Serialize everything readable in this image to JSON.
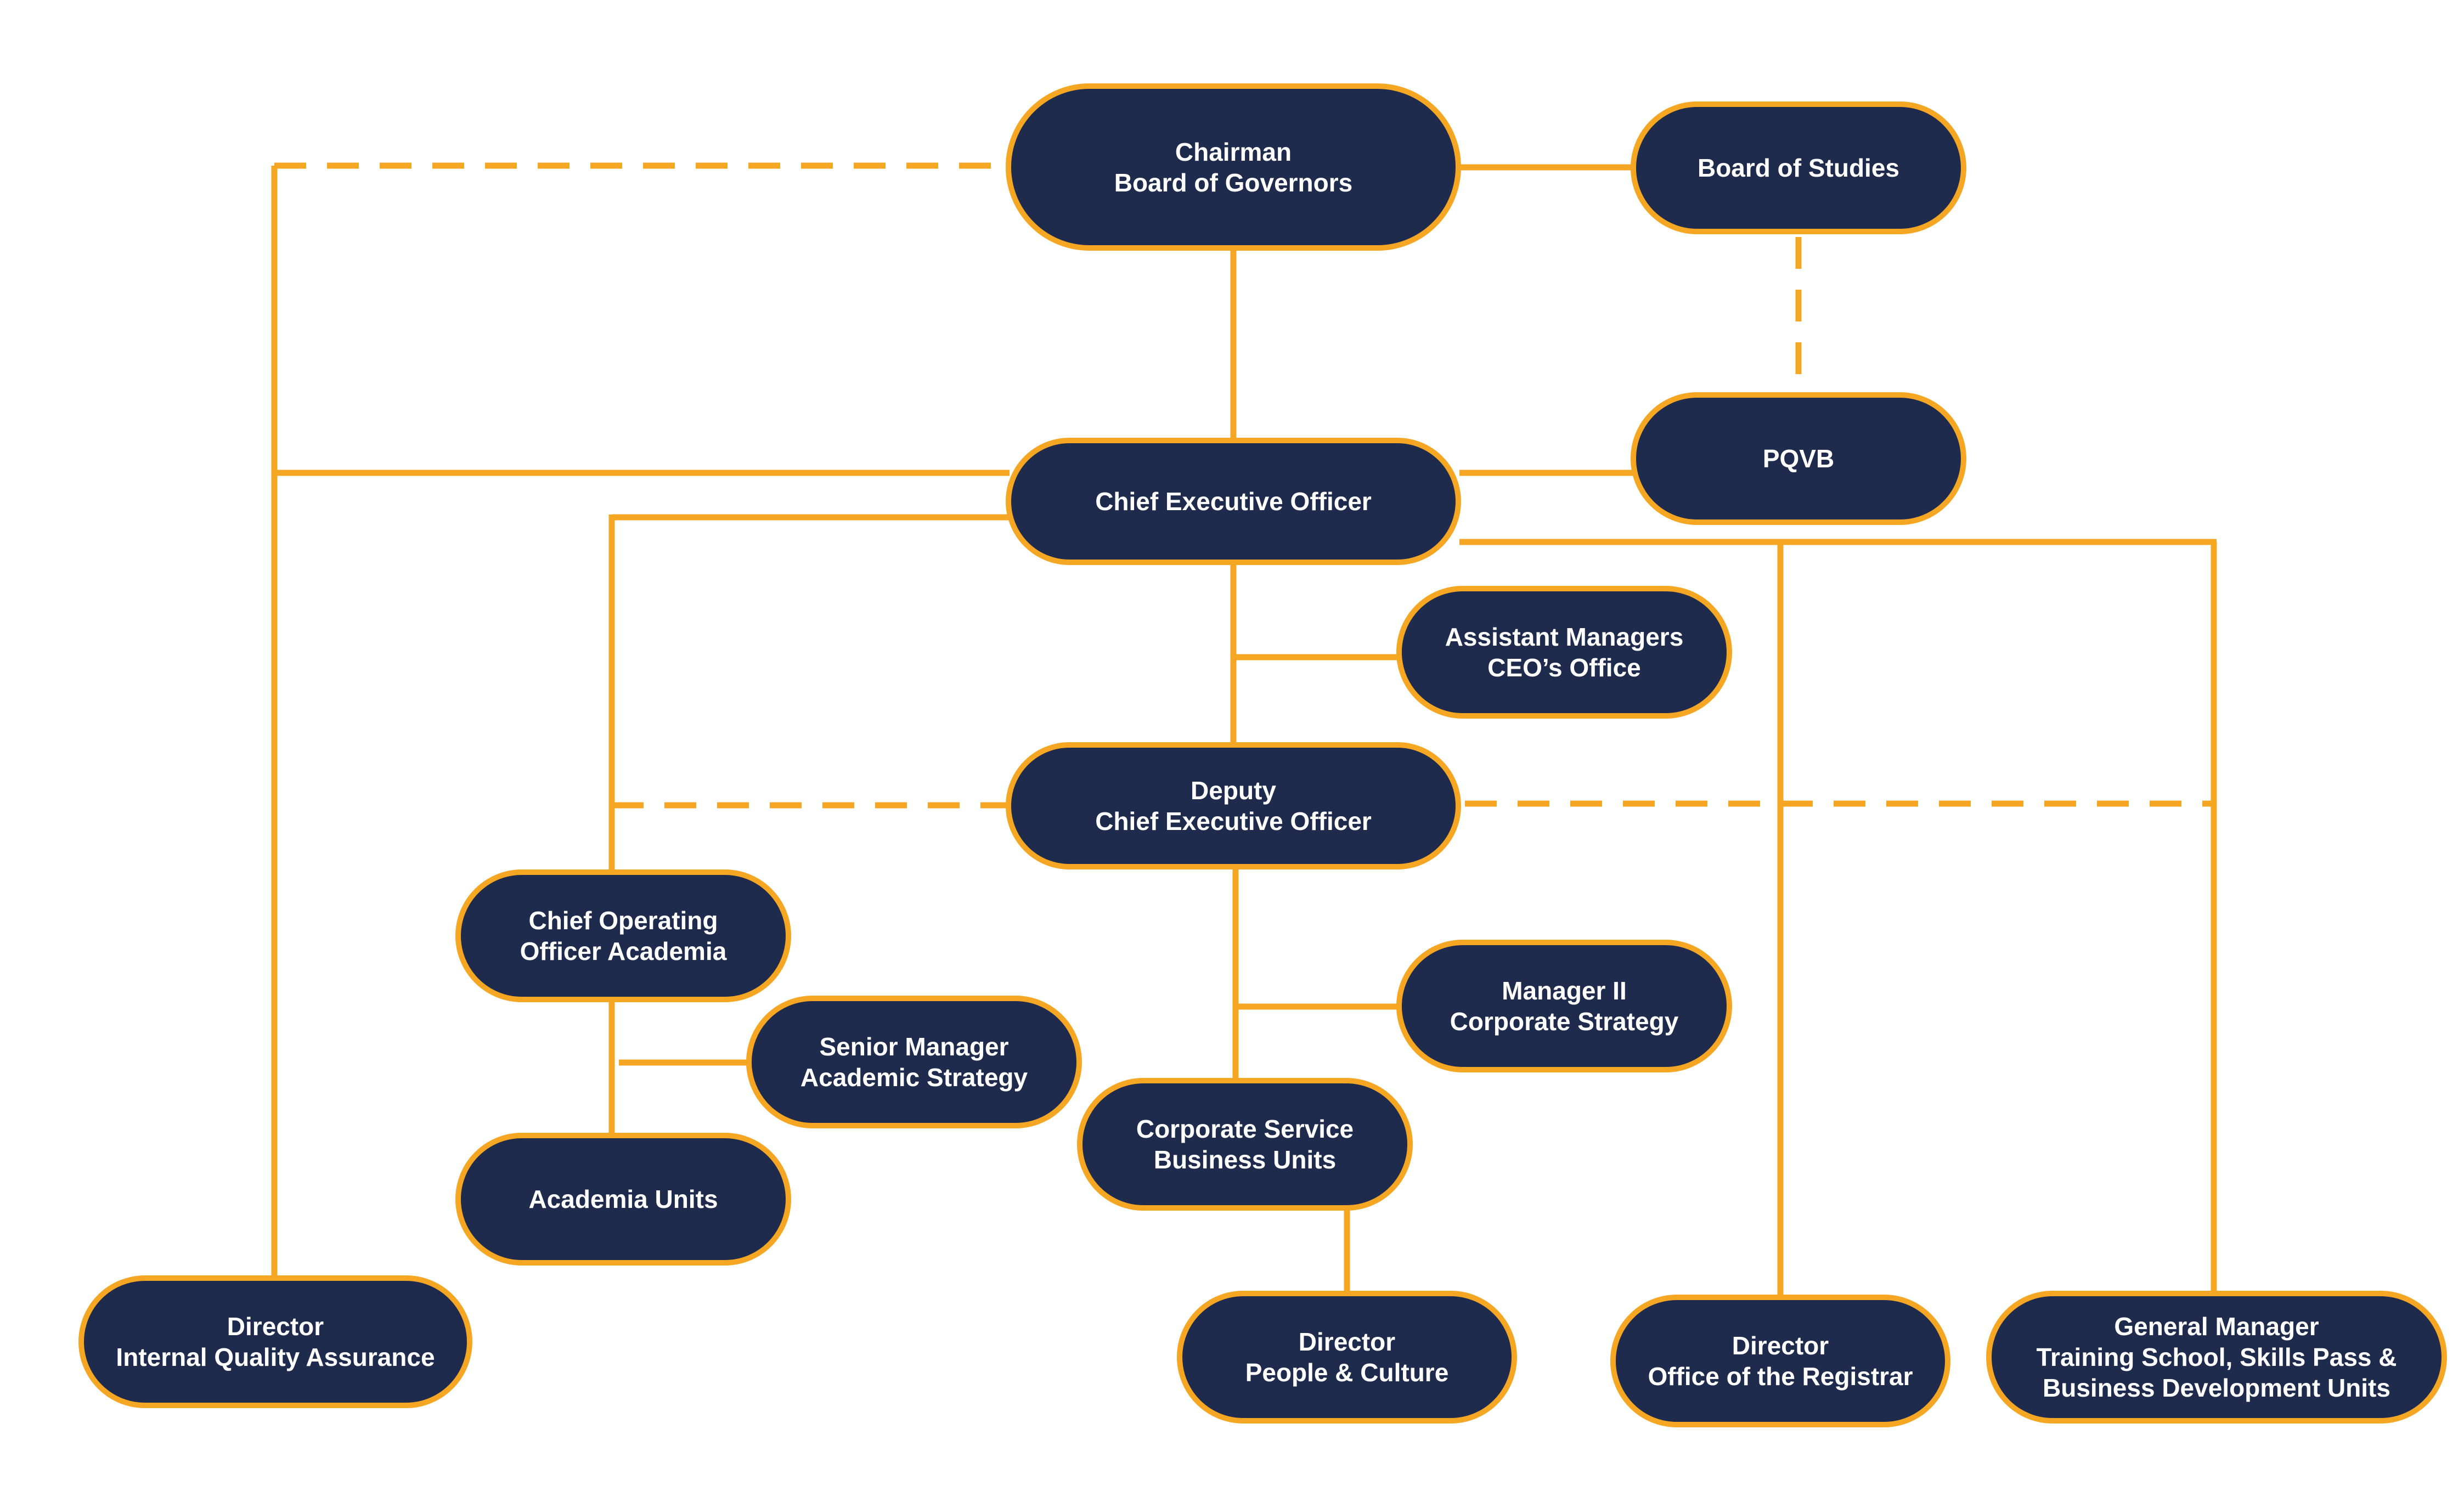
{
  "colors": {
    "node_fill": "#1f2b4d",
    "node_border": "#f5a623",
    "connector": "#f5a623",
    "text": "#ffffff",
    "background": "#ffffff"
  },
  "nodes": {
    "chairman": {
      "lines": [
        "Chairman",
        "Board of Governors"
      ]
    },
    "board_of_studies": {
      "lines": [
        "Board of Studies"
      ]
    },
    "pqvb": {
      "lines": [
        "PQVB"
      ]
    },
    "ceo": {
      "lines": [
        "Chief Executive Officer"
      ]
    },
    "assistant_managers": {
      "lines": [
        "Assistant Managers",
        "CEO’s Office"
      ]
    },
    "deputy_ceo": {
      "lines": [
        "Deputy",
        "Chief Executive Officer"
      ]
    },
    "coo_academia": {
      "lines": [
        "Chief Operating",
        "Officer Academia"
      ]
    },
    "senior_manager": {
      "lines": [
        "Senior Manager",
        "Academic Strategy"
      ]
    },
    "manager_ii": {
      "lines": [
        "Manager II",
        "Corporate Strategy"
      ]
    },
    "academia_units": {
      "lines": [
        "Academia Units"
      ]
    },
    "corporate_service": {
      "lines": [
        "Corporate Service",
        "Business Units"
      ]
    },
    "director_iqa": {
      "lines": [
        "Director",
        "Internal Quality Assurance"
      ]
    },
    "director_people": {
      "lines": [
        "Director",
        "People & Culture"
      ]
    },
    "director_registrar": {
      "lines": [
        "Director",
        "Office of the Registrar"
      ]
    },
    "general_manager": {
      "lines": [
        "General Manager",
        "Training School, Skills Pass &",
        "Business Development Units"
      ]
    }
  }
}
